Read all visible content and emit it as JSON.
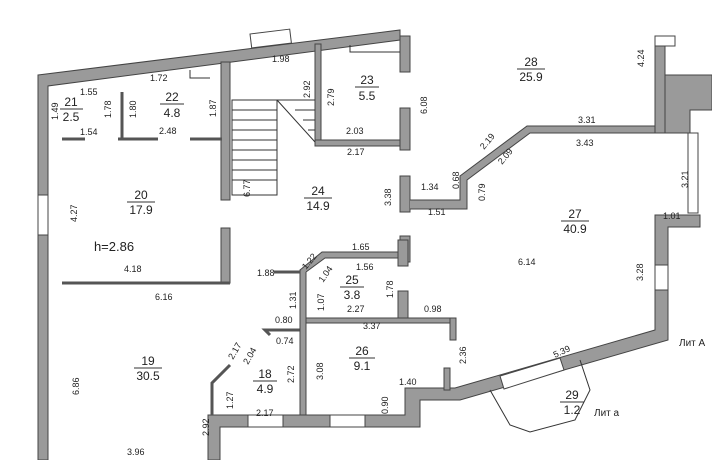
{
  "plan": {
    "ceiling_height": "h=2.86",
    "lit_labels": [
      "Лит А",
      "Лит а"
    ],
    "rooms": [
      {
        "number": "21",
        "area": "2.5"
      },
      {
        "number": "22",
        "area": "4.8"
      },
      {
        "number": "23",
        "area": "5.5"
      },
      {
        "number": "24",
        "area": "14.9"
      },
      {
        "number": "20",
        "area": "17.9"
      },
      {
        "number": "28",
        "area": "25.9"
      },
      {
        "number": "27",
        "area": "40.9"
      },
      {
        "number": "25",
        "area": "3.8"
      },
      {
        "number": "26",
        "area": "9.1"
      },
      {
        "number": "18",
        "area": "4.9"
      },
      {
        "number": "19",
        "area": "30.5"
      },
      {
        "number": "29",
        "area": "1.2"
      }
    ],
    "dimensions": [
      "1.55",
      "1.49",
      "1.78",
      "1.80",
      "1.72",
      "1.87",
      "1.54",
      "2.48",
      "1.98",
      "2.92",
      "2.79",
      "2.03",
      "2.17",
      "6.08",
      "6.77",
      "4.27",
      "3.38",
      "1.34",
      "0.68",
      "0.79",
      "1.51",
      "2.19",
      "2.09",
      "3.31",
      "3.43",
      "4.24",
      "3.21",
      "1.01",
      "6.14",
      "3.28",
      "4.18",
      "6.16",
      "1.88",
      "1.22",
      "1.65",
      "1.56",
      "1.04",
      "1.78",
      "1.31",
      "1.07",
      "2.27",
      "0.98",
      "0.80",
      "3.37",
      "0.74",
      "2.36",
      "6.86",
      "2.17",
      "2.04",
      "2.72",
      "3.08",
      "1.40",
      "5.39",
      "0.90",
      "1.27",
      "2.17",
      "2.92",
      "3.96"
    ]
  }
}
